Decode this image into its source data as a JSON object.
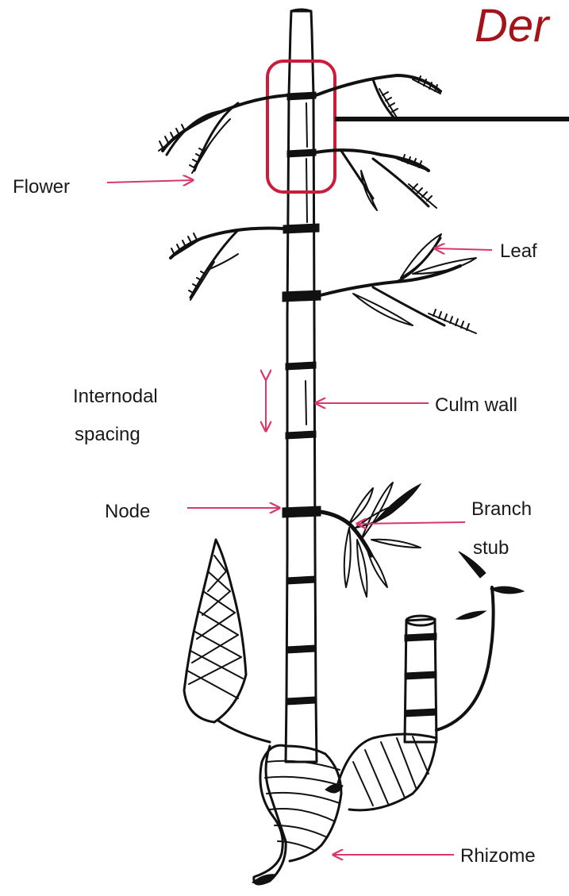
{
  "title": "Der",
  "colors": {
    "title": "#a3141a",
    "highlight": "#c81e3c",
    "pointer": "#d8396a",
    "ink": "#111111"
  },
  "labels": {
    "flower": "Flower",
    "leaf": "Leaf",
    "internodal_line1": "Internodal",
    "internodal_line2": "spacing",
    "culm_wall": "Culm wall",
    "node": "Node",
    "branch_line1": "Branch",
    "branch_line2": "stub",
    "rhizome": "Rhizome"
  }
}
